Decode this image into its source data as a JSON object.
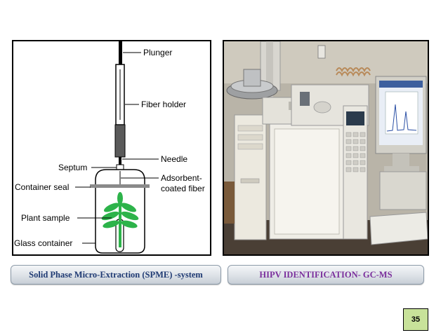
{
  "diagram": {
    "labels": {
      "plunger": "Plunger",
      "fiber_holder": "Fiber holder",
      "needle": "Needle",
      "septum": "Septum",
      "adsorbent_line1": "Adsorbent-",
      "adsorbent_line2": "coated fiber",
      "container_seal": "Container seal",
      "plant_sample": "Plant sample",
      "glass_container": "Glass container"
    },
    "colors": {
      "plant": "#2db34a",
      "seal": "#8a8a8a"
    }
  },
  "photo": {
    "screen_text": ""
  },
  "captions": {
    "left": "Solid Phase Micro-Extraction (SPME) -system",
    "right": "HIPV IDENTIFICATION- GC-MS"
  },
  "page_number": "35",
  "colors": {
    "caption_left_text": "#1f3a73",
    "caption_right_text": "#7a2e9c",
    "page_badge": "#c8e29a"
  }
}
